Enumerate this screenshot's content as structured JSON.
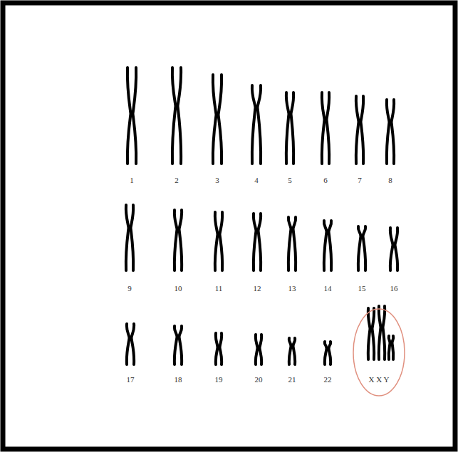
{
  "diagram": {
    "nodes": [
      {
        "text": [
          "X X Y"
        ]
      }
    ],
    "labels": [
      "1",
      "2",
      "3",
      "4",
      "5",
      "6",
      "7",
      "8",
      "9",
      "10",
      "11",
      "12",
      "13",
      "14",
      "15",
      "16",
      "17",
      "18",
      "19",
      "20",
      "21",
      "22"
    ]
  }
}
